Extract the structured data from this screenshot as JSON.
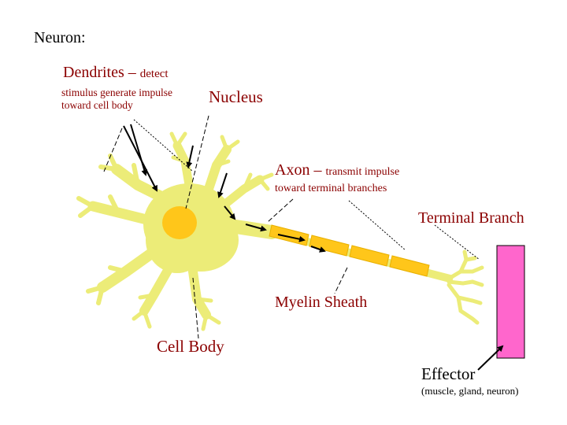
{
  "heading": "Neuron:",
  "dendrites": {
    "title": "Dendrites –",
    "title_small": "detect",
    "description": "stimulus generate impulse toward  cell body"
  },
  "nucleus": "Nucleus",
  "axon": {
    "title": "Axon –",
    "title_small": "transmit impulse",
    "description": "toward terminal branches"
  },
  "terminal_branch": "Terminal Branch",
  "myelin_sheath": "Myelin Sheath",
  "cell_body": "Cell Body",
  "effector": {
    "title": "Effector",
    "description": "(muscle, gland, neuron)"
  },
  "colors": {
    "label_text": "#8b0000",
    "neuron_fill": "#ecec78",
    "nucleus_fill": "#ffc61a",
    "myelin_fill": "#ffc61a",
    "effector_fill": "#ff66cc",
    "arrow": "#000000"
  }
}
